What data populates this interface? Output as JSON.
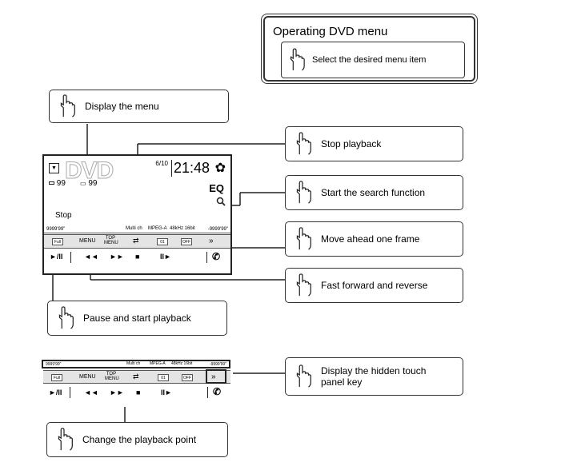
{
  "title_box": {
    "heading": "Operating DVD menu",
    "instruction": "Select the desired menu item"
  },
  "callouts": {
    "display_menu": "Display the menu",
    "stop_playback": "Stop playback",
    "start_search": "Start the search function",
    "move_frame": "Move ahead one frame",
    "fast_forward_reverse": "Fast forward and reverse",
    "pause_start": "Pause and start playback",
    "display_hidden_keys": "Display the hidden touch panel key",
    "change_point": "Change the playback point"
  },
  "screen": {
    "logo": "DVD",
    "menu_icon": "▼",
    "title_num": "99",
    "chapter_num": "99",
    "date": "6/10",
    "time": "21:48",
    "eq_label": "EQ",
    "status_text": "Stop",
    "elapsed": "9999'99\"",
    "remaining": "-9999'99\"",
    "format_multich": "Multi ch",
    "format_mpeg": "MPEG-A",
    "format_rate": "48kHz 16bit",
    "keys": {
      "full": "Full",
      "menu": "MENU",
      "top_menu": "TOP MENU",
      "repeat_icon": "repeat-icon",
      "angle": "01",
      "subtitle": "OFF",
      "more": "»"
    },
    "controls": {
      "play_pause": "►/II",
      "rewind": "◄◄",
      "forward": "►►",
      "stop": "■",
      "frame": "II►",
      "phone_icon": "phone-icon"
    }
  },
  "panel2": {
    "elapsed": "9999'99\"",
    "remaining": "-9999'99\"",
    "format_multich": "Multi ch",
    "format_mpeg": "MPEG-A",
    "format_rate": "48kHz 16bit",
    "keys": {
      "full": "Full",
      "menu": "MENU",
      "top_menu": "TOP MENU",
      "angle": "01",
      "subtitle": "OFF",
      "more": "»"
    },
    "controls": {
      "play_pause": "►/II",
      "rewind": "◄◄",
      "forward": "►►",
      "stop": "■",
      "frame": "II►"
    }
  }
}
